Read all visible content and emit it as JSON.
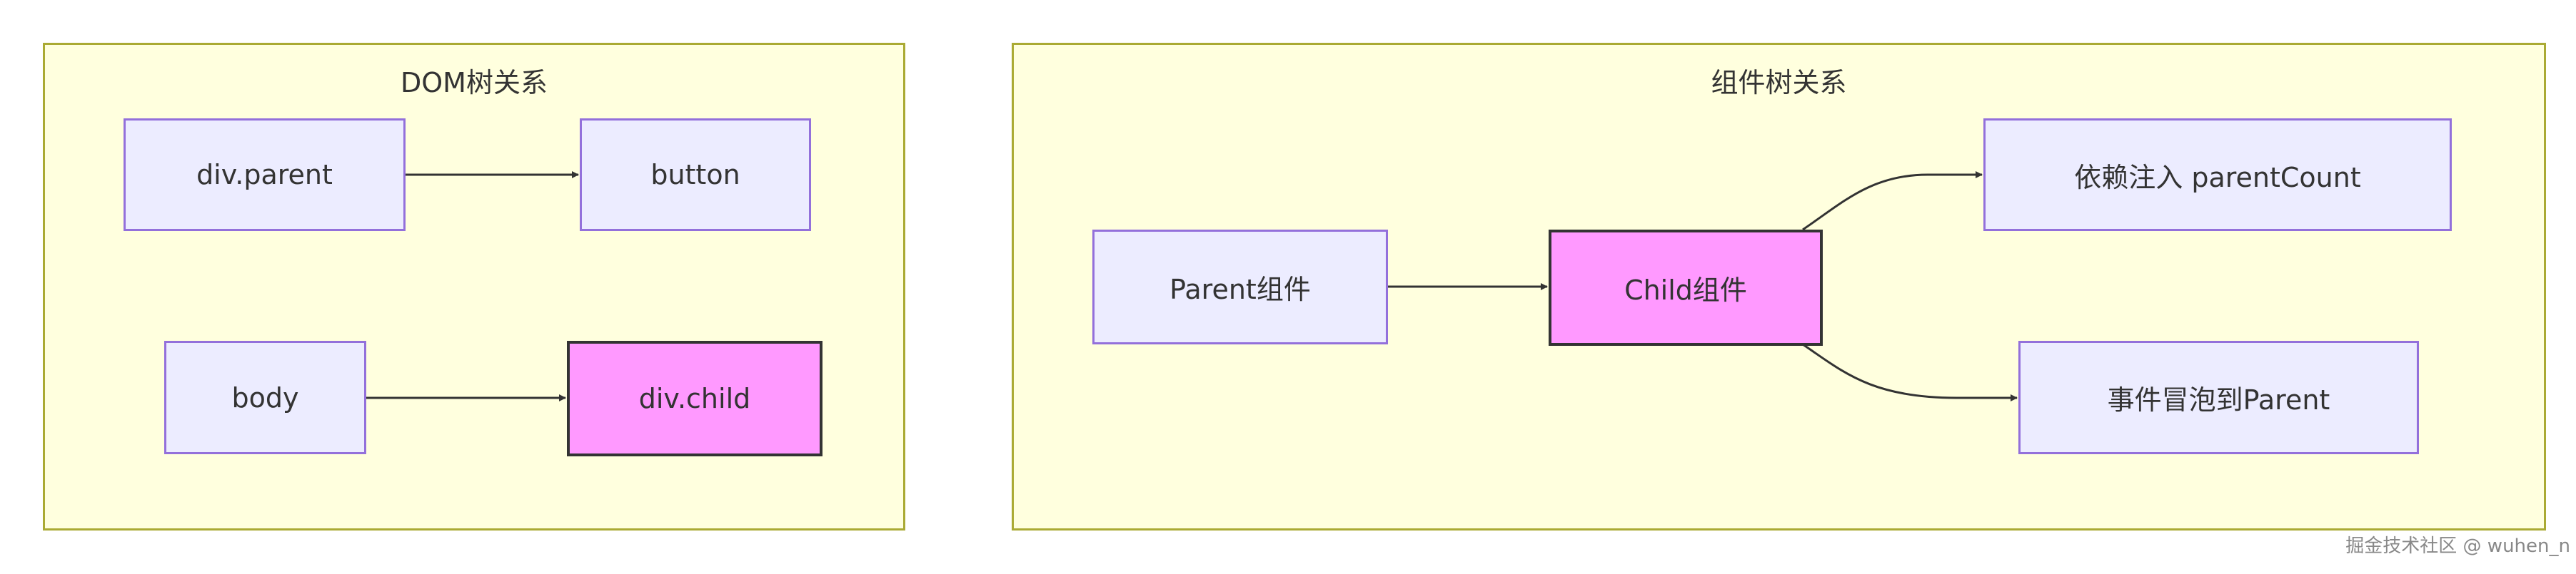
{
  "clusters": [
    {
      "title": "DOM树关系",
      "nodes": [
        "div.parent",
        "button",
        "body",
        "div.child"
      ]
    },
    {
      "title": "组件树关系",
      "nodes": [
        "Parent组件",
        "Child组件",
        "依赖注入 parentCount",
        "事件冒泡到Parent"
      ]
    }
  ],
  "edges": [
    {
      "from": "div.parent",
      "to": "button"
    },
    {
      "from": "body",
      "to": "div.child"
    },
    {
      "from": "Parent组件",
      "to": "Child组件"
    },
    {
      "from": "Child组件",
      "to": "依赖注入 parentCount"
    },
    {
      "from": "Child组件",
      "to": "事件冒泡到Parent"
    }
  ],
  "highlighted_nodes": [
    "div.child",
    "Child组件"
  ],
  "colors": {
    "cluster_fill": "#ffffde",
    "cluster_border": "#aaaa33",
    "node_fill": "#ececff",
    "node_border": "#9370db",
    "highlight_fill": "#ff99ff",
    "highlight_border": "#333333",
    "edge": "#333333"
  },
  "watermark": "掘金技术社区 @ wuhen_n"
}
